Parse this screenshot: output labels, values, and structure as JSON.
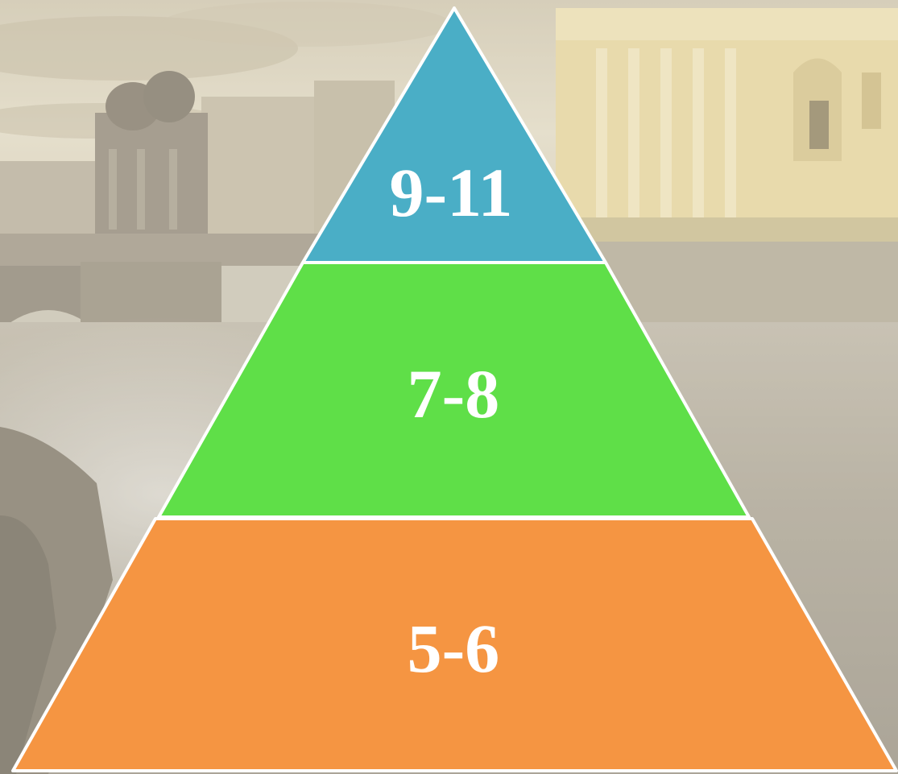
{
  "pyramid": {
    "tiers": [
      {
        "label": "9-11",
        "color": "#4aaec6"
      },
      {
        "label": "7-8",
        "color": "#5fdf48"
      },
      {
        "label": "5-6",
        "color": "#f59542"
      }
    ],
    "outline_color": "#ffffff"
  },
  "background": {
    "sky_color": "#d9cfb7",
    "building_color": "#e6d39a",
    "water_color": "#a79f92"
  }
}
